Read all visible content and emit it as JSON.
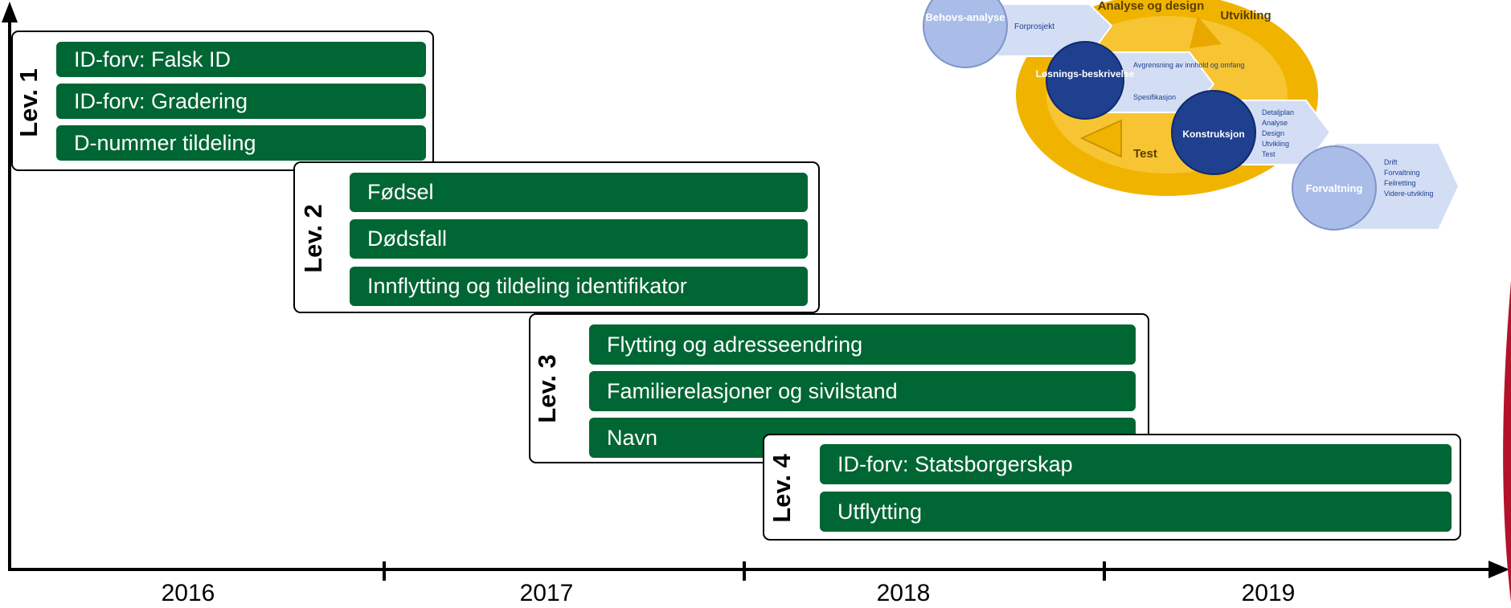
{
  "timeline": {
    "years": [
      "2016",
      "2017",
      "2018",
      "2019"
    ]
  },
  "phases": [
    {
      "label": "Lev. 1",
      "tasks": [
        "ID-forv: Falsk ID",
        "ID-forv: Gradering",
        "D-nummer tildeling"
      ]
    },
    {
      "label": "Lev. 2",
      "tasks": [
        "Fødsel",
        "Dødsfall",
        "Innflytting og tildeling identifikator"
      ]
    },
    {
      "label": "Lev. 3",
      "tasks": [
        "Flytting og adresseendring",
        "Familierelasjoner og sivilstand",
        "Navn"
      ]
    },
    {
      "label": "Lev. 4",
      "tasks": [
        "ID-forv: Statsborgerskap",
        "Utflytting"
      ]
    }
  ],
  "process_model": {
    "behovsanalyse": "Behovs-analyse",
    "behovsanalyse_bullets": [
      "Forprosjekt"
    ],
    "analyse_design": "Analyse og design",
    "utvikling": "Utvikling",
    "losningsbeskrivelse": "Løsnings-beskrivelse",
    "losningsbeskrivelse_bullets": [
      "Avgrensning av innhold og omfang",
      "Spesifikasjon"
    ],
    "konstruksjon": "Konstruksjon",
    "konstruksjon_bullets": [
      "Detaljplan",
      "Analyse",
      "Design",
      "Utvikling",
      "Test"
    ],
    "test": "Test",
    "forvaltning": "Forvaltning",
    "forvaltning_bullets": [
      "Drift",
      "Forvaltning",
      "Feilretting",
      "Videre-utvikling"
    ]
  },
  "colors": {
    "task_green": "#006633",
    "circle_light": "#a9bde8",
    "circle_dark": "#1f3f8f",
    "ring_gold": "#f0b400",
    "arrow_light": "#cfdcf5"
  }
}
